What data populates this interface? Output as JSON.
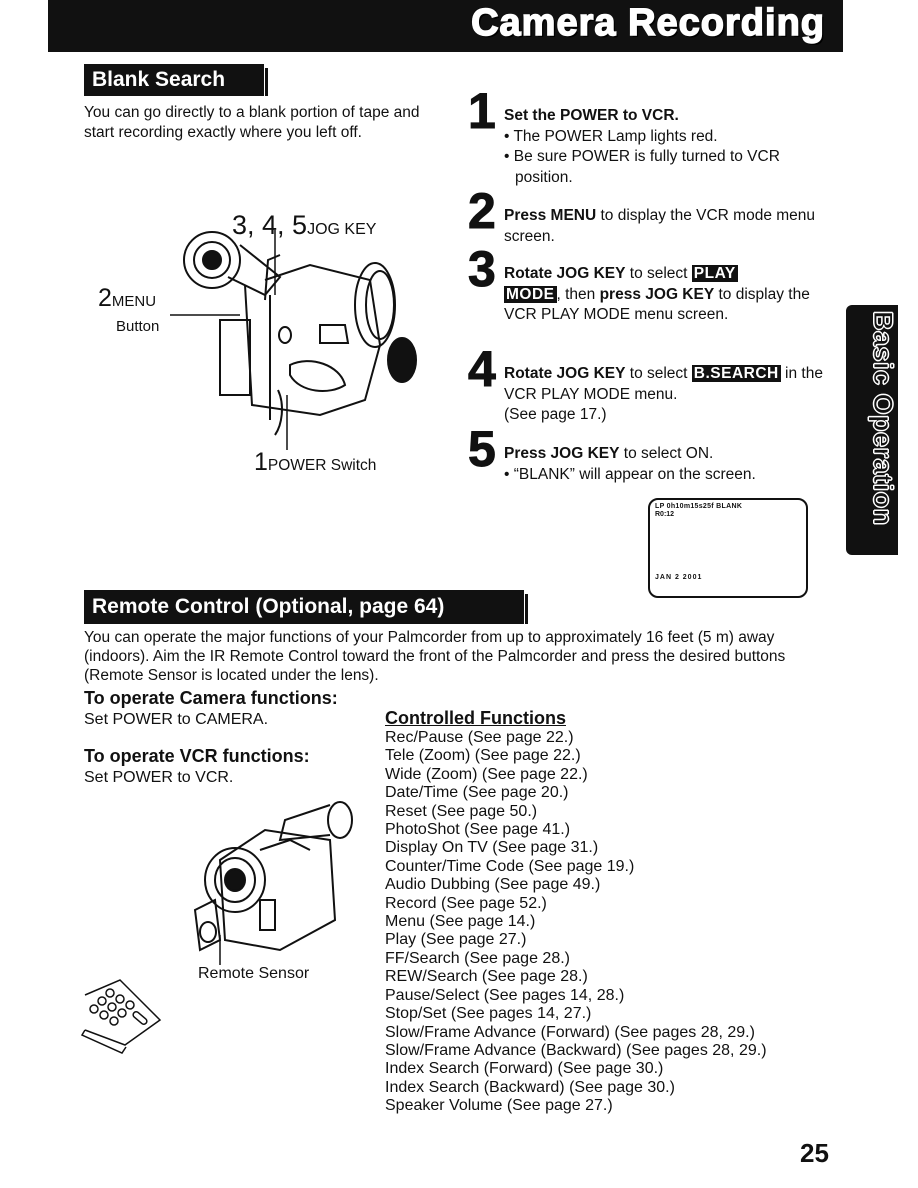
{
  "header": {
    "title": "Camera Recording"
  },
  "side_tab": {
    "label": "Basic Operation"
  },
  "blank_search": {
    "heading": "Blank Search",
    "intro": "You can go directly to a blank portion of tape and start recording exactly where you left off.",
    "illustration": {
      "label_jog_num": "3, 4, 5",
      "label_jog": "JOG KEY",
      "label_menu_num": "2",
      "label_menu": "MENU",
      "label_button": "Button",
      "label_power_num": "1",
      "label_power": "POWER Switch"
    },
    "steps": [
      {
        "num": "1",
        "bold": "Set the POWER to VCR.",
        "bullets": [
          "The POWER Lamp lights red.",
          "Be sure POWER is fully turned to VCR position."
        ]
      },
      {
        "num": "2",
        "bold": "Press MENU",
        "text": " to display the VCR mode menu screen."
      },
      {
        "num": "3",
        "bold_a": "Rotate JOG KEY",
        "text_a": " to select ",
        "inv_a": "PLAY",
        "inv_b": "MODE",
        "text_b": ", then ",
        "bold_b": "press JOG KEY",
        "text_c": " to display the VCR PLAY MODE menu screen."
      },
      {
        "num": "4",
        "bold": "Rotate JOG KEY",
        "text_a": " to select ",
        "inv": "B.SEARCH",
        "text_b": " in the VCR PLAY MODE menu.",
        "text_c": "(See page 17.)"
      },
      {
        "num": "5",
        "bold": "Press JOG KEY",
        "text": " to select ON.",
        "bullets": [
          "“BLANK” will appear on the screen."
        ]
      }
    ],
    "screen": {
      "line1": "LP  0h10m15s25f  BLANK",
      "line2": "R0:12",
      "line3": "JAN  2  2001"
    }
  },
  "remote_control": {
    "heading": "Remote Control (Optional, page 64)",
    "intro": "You can operate the major functions of your Palmcorder from up to approximately 16 feet (5 m) away (indoors). Aim the IR Remote Control toward the front of the Palmcorder and press the desired buttons (Remote Sensor is located under the lens).",
    "camera_heading": "To operate Camera functions:",
    "camera_text": "Set POWER to CAMERA.",
    "vcr_heading": "To operate VCR functions:",
    "vcr_text": "Set POWER to VCR.",
    "remote_sensor_label": "Remote Sensor",
    "functions_heading": "Controlled Functions",
    "functions": [
      "Rec/Pause (See page 22.)",
      "Tele (Zoom) (See page 22.)",
      "Wide (Zoom) (See page 22.)",
      "Date/Time (See page 20.)",
      "Reset (See page 50.)",
      "PhotoShot (See page 41.)",
      "Display On TV (See page 31.)",
      "Counter/Time Code (See page 19.)",
      "Audio Dubbing (See page 49.)",
      "Record (See page 52.)",
      "Menu (See page 14.)",
      "Play (See page 27.)",
      "FF/Search (See page 28.)",
      "REW/Search (See page 28.)",
      "Pause/Select (See pages 14, 28.)",
      "Stop/Set (See pages 14, 27.)",
      "Slow/Frame Advance (Forward) (See pages 28, 29.)",
      "Slow/Frame Advance (Backward) (See pages 28, 29.)",
      "Index Search (Forward) (See page 30.)",
      "Index Search (Backward) (See page 30.)",
      "Speaker Volume (See page 27.)"
    ]
  },
  "page_number": "25"
}
